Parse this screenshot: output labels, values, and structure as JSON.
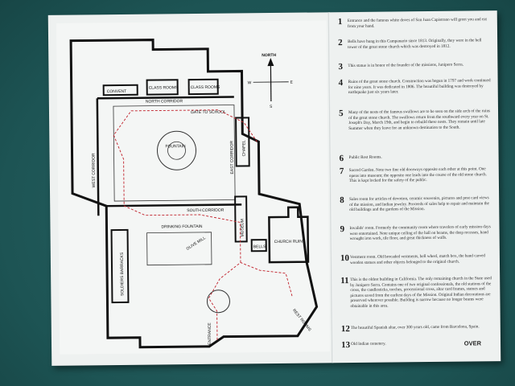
{
  "map": {
    "compass_north": "NORTH",
    "compass_e": "E",
    "compass_w": "W",
    "compass_s": "S",
    "convent": "CONVENT",
    "class_rooms_1": "CLASS ROOMS",
    "class_rooms_2": "CLASS ROOMS",
    "north_corridor": "NORTH CORRIDOR",
    "gate_to_school": "GATE TO SCHOOL",
    "fountain": "FOUNTAIN",
    "east_corridor": "EAST CORRIDOR",
    "chapel": "CHAPEL",
    "west_corridor": "WEST CORRIDOR",
    "south_corridor": "SOUTH CORRIDOR",
    "drinking_fountain": "DRINKING FOUNTAIN",
    "olive_mill": "OLIVE MILL",
    "museum": "MUSEUM",
    "bells": "BELLS",
    "church_ruins": "CHURCH RUINS",
    "soldiers_barracks": "SOLDIERS BARRACKS",
    "entrance": "ENTRANCE",
    "rest_rooms": "REST ROOMS"
  },
  "legend": [
    {
      "n": "1",
      "text": "Entrance and the famous white doves of San Juan Capistrano will greet you and eat from your hand."
    },
    {
      "n": "2",
      "text": "Bells have hung in this Campanario since 1813. Originally, they were in the bell tower of the great stone church which was destroyed in 1812."
    },
    {
      "n": "3",
      "text": "This statue is in honor of the founder of the missions, Junipero Serra."
    },
    {
      "n": "4",
      "text": "Ruins of the great stone church. Construction was begun in 1797 and work continued for nine years. It was dedicated in 1806. The beautiful building was destroyed by earthquake just six years later."
    },
    {
      "n": "5",
      "text": "Many of the nests of the famous swallows are to be seen on the side arch of the ruins of the great stone church. The swallows return from the southward every year on St. Joseph's Day, March 19th, and begin to rebuild these nests. They remain until late Summer when they leave for an unknown destination to the South."
    },
    {
      "n": "6",
      "text": "Public Rest Rooms."
    },
    {
      "n": "7",
      "text": "Sacred Garden. Note two fine old doorways opposite each other at this point. One opens into museum; the opposite one leads into the course of the old stone church. This is kept locked for the safety of the public."
    },
    {
      "n": "8",
      "text": "Sales room for articles of devotion, ceramic souvenirs, pictures and post card views of the mission, and Indian jewelry. Proceeds of sales help to repair and maintain the old buildings and the gardens of the Mission."
    },
    {
      "n": "9",
      "text": "Invalids' room. Formerly the community room where travelers of early mission days were entertained. Note unique ceiling of the hall on beams, the deep recesses, hand wrought iron work, tile floor, and great thickness of walls."
    },
    {
      "n": "10",
      "text": "Vestment room. Old brocaded vestments, bell wheel, match box, the hand carved wooden statues and other objects belonged to the original church."
    },
    {
      "n": "11",
      "text": "This is the oldest building in California. The only remaining church in the State used by Junipero Serra. Contains one of two original confessionals, the old stations of the cross, the candlesticks, torches, processional cross, altar card frames, statues and pictures saved from the earliest days of the Mission. Original Indian decorations are preserved wherever possible. Building is narrow because no longer beams were obtainable in this area."
    },
    {
      "n": "12",
      "text": "The beautiful Spanish altar, over 300 years old, came from Barcelona, Spain."
    },
    {
      "n": "13",
      "text": "Old Indian cemetery."
    }
  ],
  "over": "OVER"
}
